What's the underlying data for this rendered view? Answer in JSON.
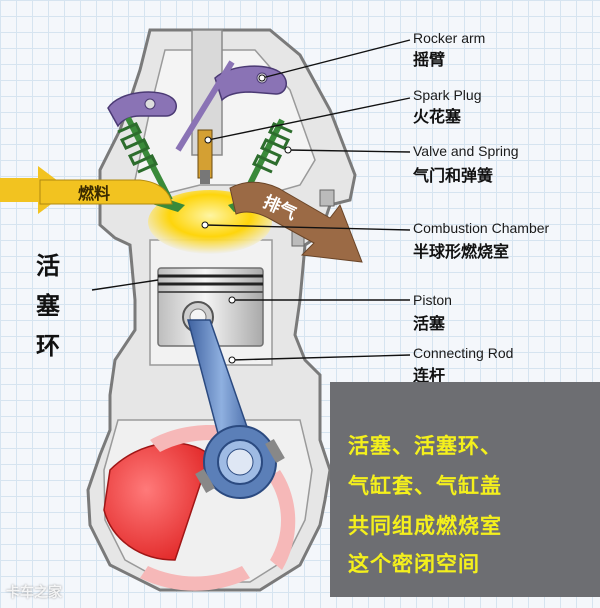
{
  "labels": {
    "rocker_arm_en": "Rocker arm",
    "rocker_arm_zh": "摇臂",
    "spark_plug_en": "Spark Plug",
    "spark_plug_zh": "火花塞",
    "valve_spring_en": "Valve and Spring",
    "valve_spring_zh": "气门和弹簧",
    "combustion_en": "Combustion Chamber",
    "combustion_zh": "半球形燃烧室",
    "piston_en": "Piston",
    "piston_zh": "活塞",
    "conrod_en": "Connecting Rod",
    "conrod_zh": "连杆"
  },
  "arrows": {
    "intake": "燃料",
    "exhaust": "排气"
  },
  "piston_ring": [
    "活",
    "塞",
    "环"
  ],
  "note_box": {
    "lines": [
      "活塞、活塞环、",
      "气缸套、气缸盖",
      "共同组成燃烧室",
      "这个密闭空间"
    ]
  },
  "watermark": "卡车之家",
  "colors": {
    "engine_block": "#e6e6e6",
    "engine_outline": "#7a7a7a",
    "rocker": "#8a73b5",
    "valve": "#3a8a3a",
    "intake_arrow": "#f2c320",
    "exhaust_arrow": "#9b6a45",
    "combustion_glow": "#ffd400",
    "conrod": "#5b7fb8",
    "crank": "#e63b3b",
    "note_bg": "#6d6e72",
    "note_text": "#f4f01c"
  }
}
